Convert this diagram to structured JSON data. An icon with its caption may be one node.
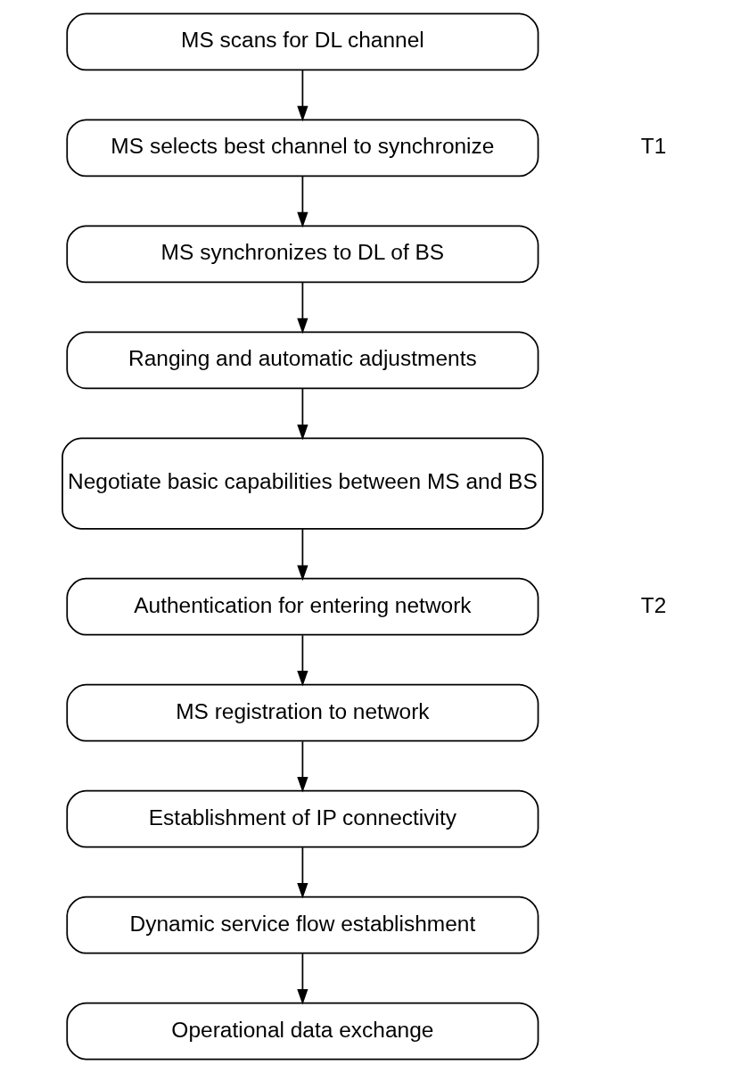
{
  "diagram": {
    "nodes": [
      {
        "text": [
          "MS scans for DL channel"
        ]
      },
      {
        "text": [
          "MS selects best channel to synchronize"
        ]
      },
      {
        "text": [
          "MS synchronizes to DL of BS"
        ]
      },
      {
        "text": [
          "Ranging and automatic adjustments"
        ]
      },
      {
        "text": [
          "Negotiate basic capabilities between MS and BS"
        ]
      },
      {
        "text": [
          "Authentication for entering network"
        ]
      },
      {
        "text": [
          "MS registration to network"
        ]
      },
      {
        "text": [
          "Establishment of IP connectivity"
        ]
      },
      {
        "text": [
          "Dynamic service flow establishment"
        ]
      },
      {
        "text": [
          "Operational data exchange"
        ]
      }
    ],
    "edges": [
      {
        "from": 0,
        "to": 1,
        "arrow": "to"
      },
      {
        "from": 1,
        "to": 2,
        "arrow": "to"
      },
      {
        "from": 2,
        "to": 3,
        "arrow": "to"
      },
      {
        "from": 3,
        "to": 4,
        "arrow": "to"
      },
      {
        "from": 4,
        "to": 5,
        "arrow": "to"
      },
      {
        "from": 5,
        "to": 6,
        "arrow": "to"
      },
      {
        "from": 6,
        "to": 7,
        "arrow": "to"
      },
      {
        "from": 7,
        "to": 8,
        "arrow": "to"
      },
      {
        "from": 8,
        "to": 9,
        "arrow": "to"
      }
    ],
    "labels": [
      "T1",
      "T2"
    ]
  }
}
